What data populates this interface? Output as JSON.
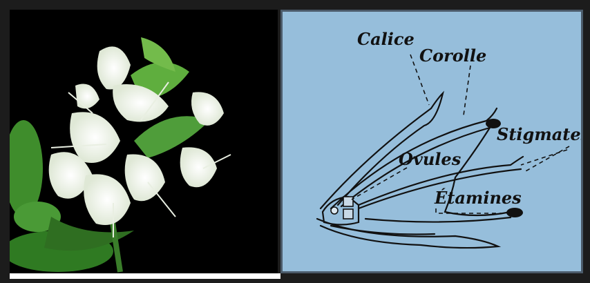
{
  "photo": {
    "subject": "basil flower cluster photo",
    "background_color": "#000000",
    "flower_color": "#f3f6ee",
    "leaf_color": "#3f8d2c"
  },
  "diagram": {
    "background_color": "#96bedb",
    "line_color": "#111111",
    "labels": {
      "calice": "Calice",
      "corolle": "Corolle",
      "stigmates": "Stigmates",
      "ovules": "Ovules",
      "etamines": "Étamines"
    }
  }
}
